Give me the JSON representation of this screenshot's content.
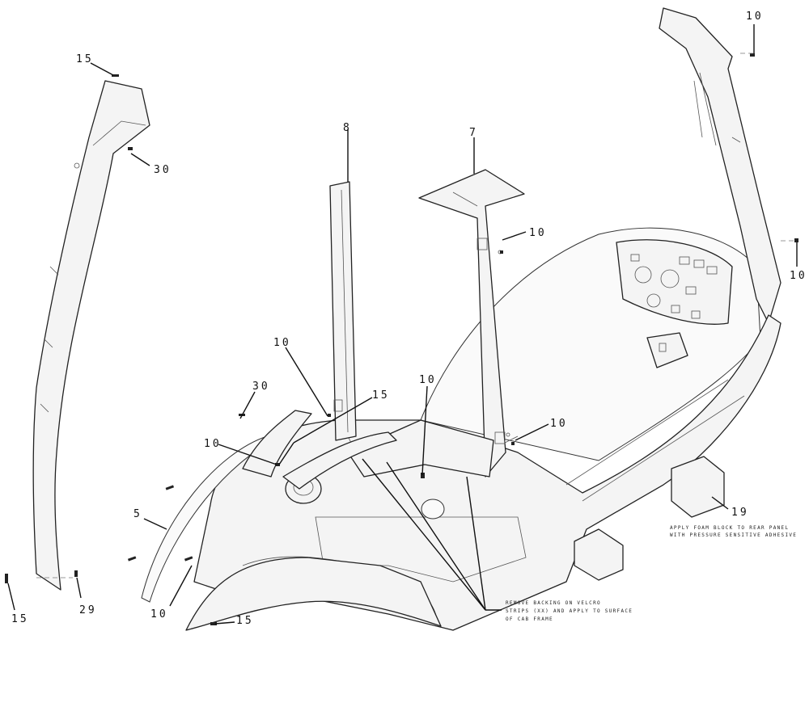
{
  "callouts": {
    "c15_top": "15",
    "c30_top": "30",
    "c8": "8",
    "c7": "7",
    "c10_topright": "10",
    "c10_right": "10",
    "c10_mid": "10",
    "c30_mid": "30",
    "c10_center": "10",
    "c15_center": "15",
    "c10_left": "10",
    "c10_pillar": "10",
    "c5": "5",
    "c19": "19",
    "c15_bottomleft": "15",
    "c29": "29",
    "c10_bottom": "10",
    "c15_bottom": "15"
  },
  "notes": {
    "foam_block": [
      "APPLY FOAM BLOCK TO REAR PANEL",
      "WITH PRESSURE SENSITIVE ADHESIVE"
    ],
    "velcro": [
      "REMOVE BACKING ON VELCRO",
      "STRIPS (XX) AND APPLY TO SURFACE",
      "OF CAB FRAME"
    ]
  }
}
